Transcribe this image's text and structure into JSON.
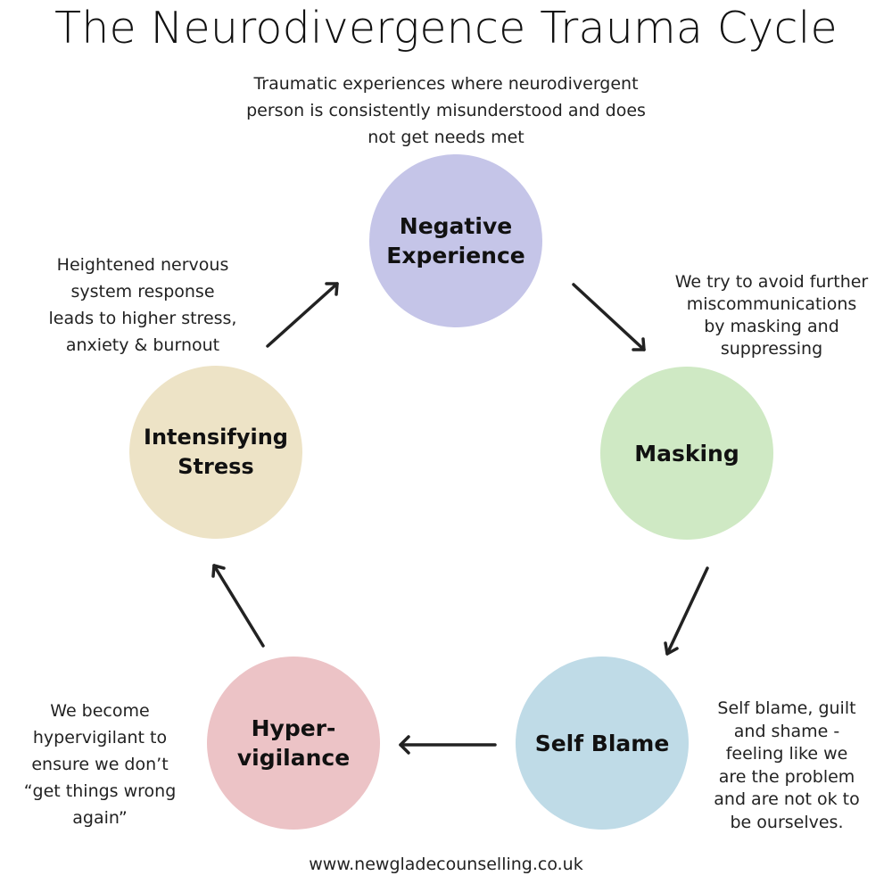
{
  "title": "The Neurodivergence Trauma Cycle",
  "footer": "www.newgladecounselling.co.uk",
  "stages": {
    "negative_experience": {
      "label_lines": [
        "Negative",
        "Experience"
      ],
      "color": "#c5c5e8",
      "description_lines": [
        "Traumatic experiences where neurodivergent",
        "person is consistently misunderstood and does",
        "not get needs met"
      ]
    },
    "masking": {
      "label_lines": [
        "Masking"
      ],
      "color": "#cfe9c4",
      "description_lines": [
        "We try to avoid further",
        "miscommunications",
        "by masking and",
        "suppressing"
      ]
    },
    "self_blame": {
      "label_lines": [
        "Self Blame"
      ],
      "color": "#bfdbe7",
      "description_lines": [
        "Self blame, guilt",
        "and shame -",
        "feeling like we",
        "are the problem",
        "and are not ok to",
        "be ourselves."
      ]
    },
    "hypervigilance": {
      "label_lines": [
        "Hyper-",
        "vigilance"
      ],
      "color": "#ecc3c6",
      "description_lines": [
        "We become",
        "hypervigilant to",
        "ensure we don’t",
        "“get things wrong",
        "again”"
      ]
    },
    "intensifying_stress": {
      "label_lines": [
        "Intensifying",
        "Stress"
      ],
      "color": "#ede3c6",
      "description_lines": [
        "Heightened nervous",
        "system response",
        "leads to higher stress,",
        "anxiety & burnout"
      ]
    }
  },
  "arrows": [
    {
      "from": "intensifying_stress",
      "to": "negative_experience"
    },
    {
      "from": "negative_experience",
      "to": "masking"
    },
    {
      "from": "masking",
      "to": "self_blame"
    },
    {
      "from": "self_blame",
      "to": "hypervigilance"
    },
    {
      "from": "hypervigilance",
      "to": "intensifying_stress"
    }
  ],
  "arrow_color": "#222222"
}
